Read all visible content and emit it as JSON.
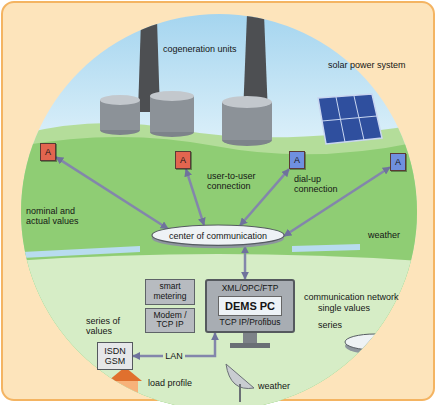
{
  "diagram": {
    "nodes": [
      {
        "text": [
          "A"
        ]
      },
      {
        "text": [
          "A"
        ]
      },
      {
        "text": [
          "A"
        ]
      },
      {
        "text": [
          "A"
        ]
      },
      {
        "text": [
          "center of communication"
        ]
      },
      {
        "text": [
          "smart metering",
          "Modem / TCP IP"
        ]
      },
      {
        "text": [
          "XML/OPC/FTP",
          "DEMS PC",
          "TCP IP/Profibus"
        ]
      },
      {
        "text": [
          "ISDN GSM"
        ]
      }
    ],
    "edges": [
      {
        "from": 0,
        "to": 4,
        "arrow": "both",
        "label": "nominal and actual values"
      },
      {
        "from": 1,
        "to": 4,
        "arrow": "both",
        "label": "user-to-user connection"
      },
      {
        "from": 2,
        "to": 4,
        "arrow": "both",
        "label": "dial-up connection"
      },
      {
        "from": 3,
        "to": 4,
        "arrow": "both"
      },
      {
        "from": 4,
        "to": 6,
        "arrow": "both"
      },
      {
        "from": 7,
        "to": 6,
        "arrow": "both",
        "label": "LAN"
      }
    ],
    "labels": [
      "cogeneration units",
      "solar power system",
      "weather",
      "communication network",
      "single values",
      "series",
      "series of values",
      "load profile",
      "weather"
    ]
  }
}
